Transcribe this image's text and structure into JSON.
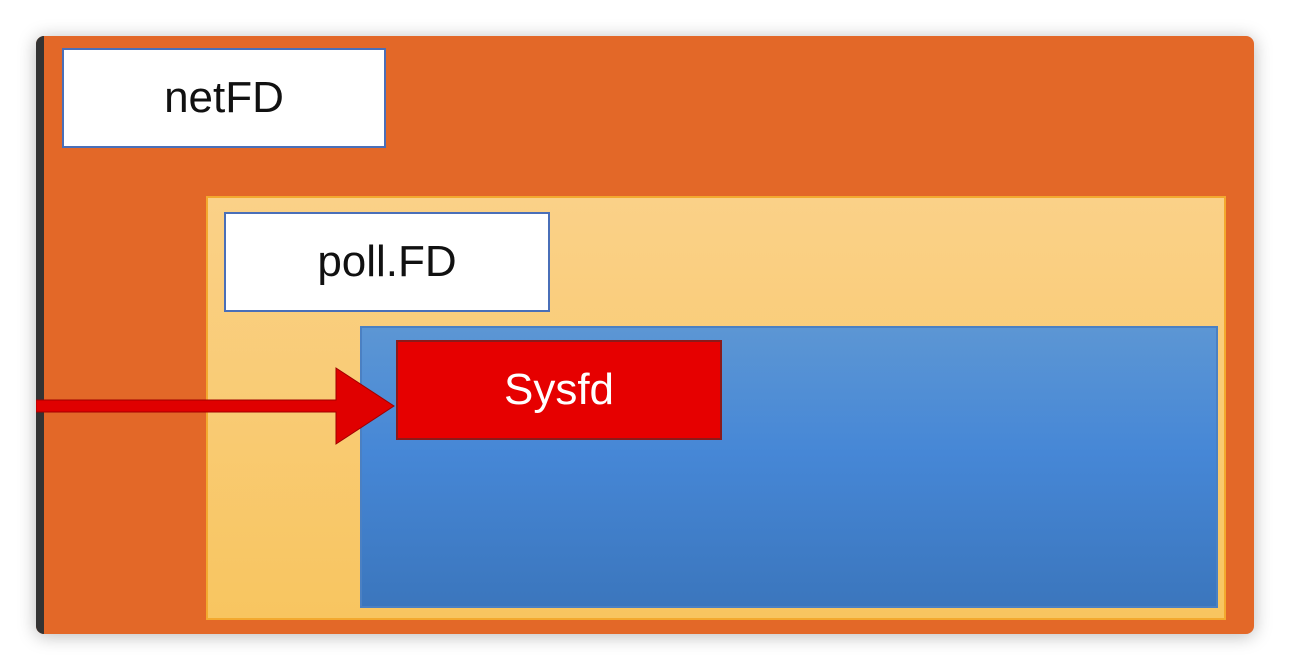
{
  "diagram": {
    "outer": {
      "label": "netFD"
    },
    "middle": {
      "label": "poll.FD"
    },
    "inner": {
      "label": "Sysfd"
    }
  },
  "colors": {
    "outer_fill": "#e36828",
    "middle_fill": "#fad188",
    "inner_fill": "#4687d6",
    "highlight_fill": "#e60000",
    "label_border": "#4a6fb8",
    "arrow": "#e00000"
  }
}
